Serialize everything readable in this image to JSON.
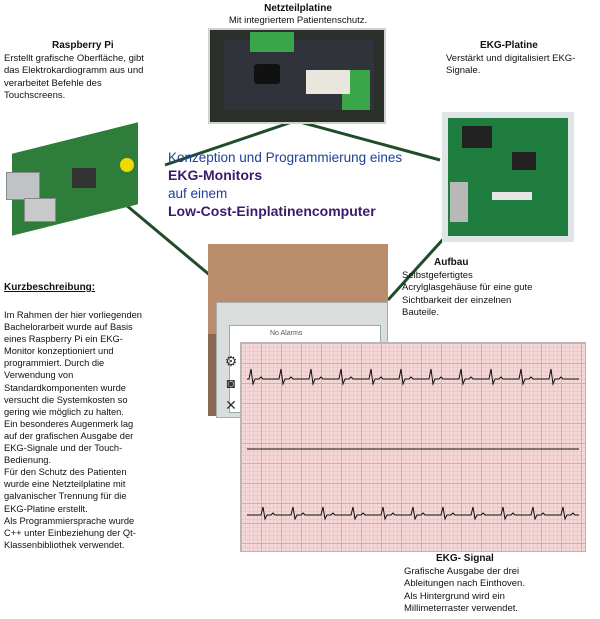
{
  "netzteil": {
    "title": "Netzteilplatine",
    "desc": "Mit integriertem Patientenschutz."
  },
  "raspberry": {
    "title": "Raspberry Pi",
    "desc_lines": [
      "Erstellt grafische Oberfläche, gibt",
      "das Elektrokardiogramm aus und",
      "verarbeitet Befehle des",
      "Touchscreens."
    ]
  },
  "ekg_platine": {
    "title": "EKG-Platine",
    "desc_lines": [
      "Verstärkt und digitalisiert EKG-",
      "Signale."
    ]
  },
  "center_title": {
    "line1": "Konzeption und Programmierung eines",
    "line2": "EKG-Monitors",
    "line3": "auf einem",
    "line4": "Low-Cost-Einplatinencomputer"
  },
  "aufbau": {
    "title": "Aufbau",
    "desc_lines": [
      "Selbstgefertigtes",
      "Acrylglasgehäuse für eine gute",
      "Sichtbarkeit der einzelnen",
      "Bauteile."
    ]
  },
  "kurz": {
    "heading": "Kurzbeschreibung:",
    "lines": [
      "Im Rahmen der hier vorliegenden",
      "Bachelorarbeit wurde auf Basis",
      "eines Raspberry Pi ein EKG-",
      "Monitor konzeptioniert und",
      "programmiert. Durch die",
      "Verwendung von",
      "Standardkomponenten wurde",
      "versucht die Systemkosten so",
      "gering wie möglich zu halten.",
      "Ein besonderes Augenmerk lag",
      "auf der grafischen Ausgabe der",
      "EKG-Signale und der Touch-",
      "Bedienung.",
      "Für den Schutz des Patienten",
      "wurde eine Netzteilplatine mit",
      "galvanischer Trennung für die",
      "EKG-Platine erstellt.",
      "Als Programmiersprache wurde",
      "C++ unter Einbeziehung der Qt-",
      "Klassenbibliothek verwendet."
    ]
  },
  "ekg_signal": {
    "title": "EKG- Signal",
    "desc_lines": [
      "Grafische Ausgabe der drei",
      "Ableitungen nach Einthoven.",
      "Als Hintergrund wird ein",
      "Millimeterraster verwendet."
    ]
  },
  "screen": {
    "alarm_text": "No Alarms",
    "icons": [
      "gear-icon",
      "camera-icon",
      "close-icon"
    ]
  },
  "colors": {
    "title_blue": "#1f3f99",
    "title_purple": "#3b1a6b",
    "line_green": "#1f4d2a"
  }
}
